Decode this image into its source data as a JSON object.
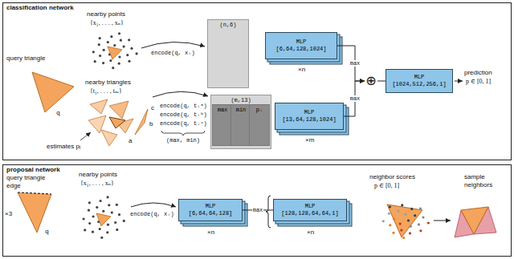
{
  "diagram": {
    "nodes": [
      {
        "text": [
          "classification network"
        ]
      },
      {
        "text": [
          "(n,6)"
        ],
        "in": 0
      },
      {
        "text": [
          "MLP",
          "[6,64,128,1024]"
        ],
        "in": 0
      },
      {
        "text": [
          "(m,13)"
        ],
        "in": 0
      },
      {
        "text": [
          "max"
        ],
        "in": 3
      },
      {
        "text": [
          "min"
        ],
        "in": 3
      },
      {
        "text": [
          "pᵢ"
        ],
        "in": 3
      },
      {
        "text": [
          "MLP",
          "[13,64,128,1024]"
        ],
        "in": 0
      },
      {
        "text": [
          "⊕"
        ],
        "in": 0
      },
      {
        "text": [
          "MLP",
          "[1024,512,256,1]"
        ],
        "in": 0
      },
      {
        "text": [
          "proposal network"
        ]
      },
      {
        "text": [
          "MLP",
          "[6,64,64,128]"
        ],
        "in": 10
      },
      {
        "text": [
          "MLP",
          "[128,128,64,64,1]"
        ],
        "in": 10
      }
    ],
    "edges": [
      {
        "from": 2,
        "to": 8,
        "label": "max",
        "arrow": "to"
      },
      {
        "from": 7,
        "to": 8,
        "label": "max",
        "arrow": "to"
      },
      {
        "from": 8,
        "to": 9,
        "arrow": "none"
      },
      {
        "from": 11,
        "to": 12,
        "label": "max",
        "arrow": "none"
      }
    ],
    "labels": [
      "query triangle",
      "q",
      "nearby points",
      "{x₁, . . . , xₙ}",
      "encode(q, xᵢ)",
      "×n",
      "nearby triangles",
      "{t₁, . . . , tₘ}",
      "a",
      "b",
      "c",
      "estimates pᵢ",
      "encode(q, tᵢᵃ)",
      "encode(q, tᵢᵇ)",
      "encode(q, tᵢᶜ)",
      "(max, min)",
      "×m",
      "prediction",
      "p ∈ [0, 1]",
      "query triangle edge",
      "×3",
      "q",
      "nearby points",
      "{x₁, . . . , xₙ}",
      "encode(q, xᵢ)",
      "×n",
      "×n",
      "neighbor scores",
      "p ∈ [0, 1]",
      "sample neighbors"
    ]
  }
}
